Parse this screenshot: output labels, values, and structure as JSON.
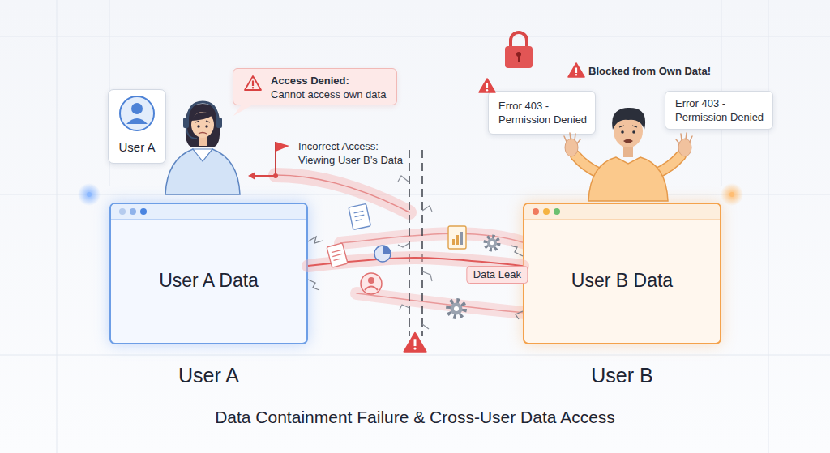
{
  "diagram": {
    "caption": "Data Containment Failure & Cross-User Data Access",
    "nodes": [
      {
        "text": [
          "User A"
        ]
      },
      {
        "text": [
          "Access Denied:",
          "Cannot access own data"
        ]
      },
      {
        "text": [
          "Error 403 - Permission Denied"
        ]
      },
      {
        "text": [
          "Error 403 - Permission Denied"
        ]
      },
      {
        "text": [
          "User A Data",
          "User A"
        ]
      },
      {
        "text": [
          "User B Data",
          "User B"
        ]
      }
    ],
    "edges": [
      {
        "from": 4,
        "to": 5,
        "label": "Data Leak",
        "arrow": "none"
      }
    ],
    "labels": [
      "Incorrect Access: Viewing User B’s Data",
      "Blocked from Own Data!"
    ]
  }
}
